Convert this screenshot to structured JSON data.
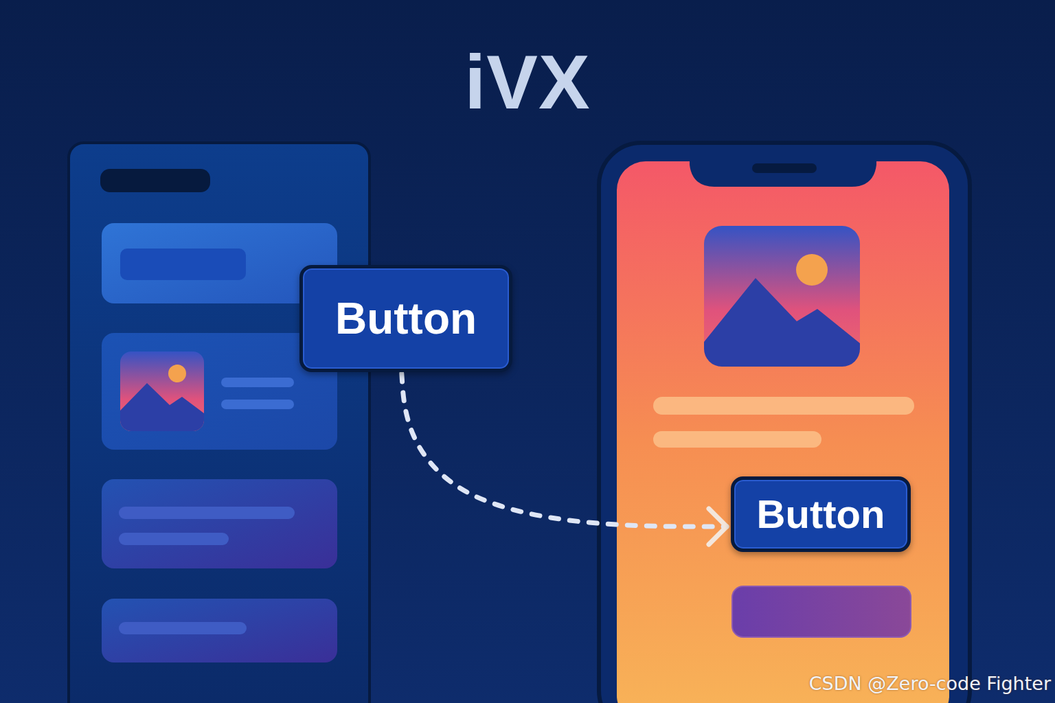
{
  "diagram": {
    "title": "iVX",
    "nodes": [
      {
        "text": [
          "Button"
        ]
      },
      {
        "text": [
          "Button"
        ]
      }
    ],
    "edges": [
      {
        "from": 0,
        "to": 1,
        "arrow": "to"
      }
    ],
    "labels": [
      "CSDN @Zero-code Fighter"
    ]
  }
}
